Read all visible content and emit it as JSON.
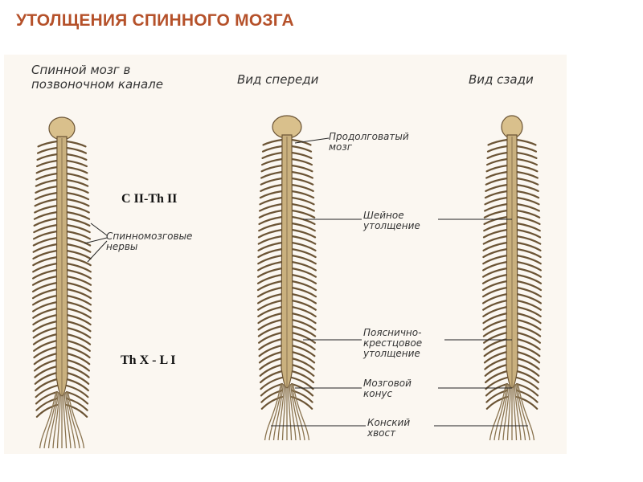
{
  "title": "УТОЛЩЕНИЯ СПИННОГО МОЗГА",
  "figure": {
    "panels": [
      {
        "heading": "Спинной мозг в позвоночном канале"
      },
      {
        "heading": "Вид спереди"
      },
      {
        "heading": "Вид сзади"
      }
    ],
    "labels": {
      "nerves": "Спинномозговые нервы",
      "medulla": "Продолговатый мозг",
      "cervical": "Шейное утолщение",
      "lumbosacral": "Пояснично-крестцовое утолщение",
      "conus": "Мозговой конус",
      "cauda": "Конский хвост"
    },
    "levels": {
      "cervical": "C II-Th II",
      "lumbar": "Th X - L I"
    }
  },
  "colors": {
    "title": "#b5512a",
    "cord": "#c9b07e",
    "nerve": "#6b5435"
  }
}
